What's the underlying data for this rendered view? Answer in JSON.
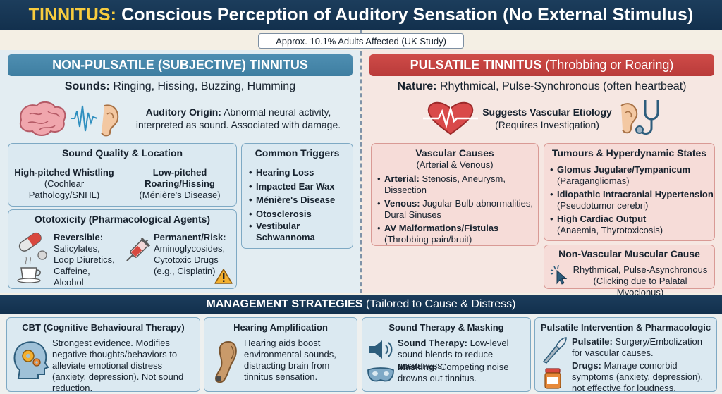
{
  "header": {
    "title_highlight": "TINNITUS:",
    "title_rest": "Conscious Perception of Auditory Sensation (No External Stimulus)"
  },
  "stat": "Approx. 10.1% Adults Affected (UK Study)",
  "non_pulsatile": {
    "banner": "NON-PULSATILE (SUBJECTIVE) TINNITUS",
    "sounds_label": "Sounds:",
    "sounds_value": "Ringing, Hissing, Buzzing, Humming",
    "origin_label": "Auditory Origin:",
    "origin_text": "Abnormal neural activity, interpreted as sound. Associated with damage.",
    "sound_quality": {
      "title": "Sound Quality & Location",
      "high_title": "High-pitched Whistling",
      "high_sub": "(Cochlear Pathology/SNHL)",
      "low_title": "Low-pitched Roaring/Hissing",
      "low_sub": "(Ménière's Disease)"
    },
    "ototoxicity": {
      "title": "Ototoxicity (Pharmacological Agents)",
      "reversible_label": "Reversible:",
      "reversible_items": "Salicylates, Loop Diuretics, Caffeine, Alcohol",
      "permanent_label": "Permanent/Risk:",
      "permanent_items": "Aminoglycosides, Cytotoxic Drugs (e.g., Cisplatin)"
    },
    "triggers": {
      "title": "Common Triggers",
      "items": [
        "Hearing Loss",
        "Impacted Ear Wax",
        "Ménière's Disease",
        "Otosclerosis",
        "Vestibular Schwannoma"
      ]
    }
  },
  "pulsatile": {
    "banner": "PULSATILE TINNITUS",
    "banner_sub": "(Throbbing or Roaring)",
    "nature_label": "Nature:",
    "nature_value": "Rhythmical, Pulse-Synchronous (often heartbeat)",
    "suggests_title": "Suggests Vascular Etiology",
    "suggests_sub": "(Requires Investigation)",
    "vascular": {
      "title": "Vascular Causes",
      "subtitle": "(Arterial & Venous)",
      "items": [
        {
          "label": "Arterial:",
          "text": "Stenosis, Aneurysm, Dissection"
        },
        {
          "label": "Venous:",
          "text": "Jugular Bulb abnormalities, Dural Sinuses"
        },
        {
          "label": "AV Malformations/Fistulas",
          "text": "(Throbbing pain/bruit)"
        }
      ]
    },
    "tumours": {
      "title": "Tumours & Hyperdynamic States",
      "items": [
        {
          "label": "Glomus Jugulare/Tympanicum",
          "text": "(Paragangliomas)"
        },
        {
          "label": "Idiopathic Intracranial Hypertension",
          "text": "(Pseudotumor cerebri)"
        },
        {
          "label": "High Cardiac Output",
          "text": "(Anaemia, Thyrotoxicosis)"
        }
      ]
    },
    "muscular": {
      "title": "Non-Vascular Muscular Cause",
      "line1": "Rhythmical, Pulse-Asynchronous",
      "line2": "(Clicking due to Palatal Myoclonus)"
    }
  },
  "management": {
    "title": "MANAGEMENT STRATEGIES",
    "subtitle": "(Tailored to Cause & Distress)",
    "cbt": {
      "title": "CBT (Cognitive Behavioural Therapy)",
      "text": "Strongest evidence. Modifies negative thoughts/behaviors to alleviate emotional distress (anxiety, depression). Not sound reduction."
    },
    "hearing": {
      "title": "Hearing Amplification",
      "text": "Hearing aids boost environmental sounds, distracting brain from tinnitus sensation."
    },
    "sound": {
      "title": "Sound Therapy & Masking",
      "therapy_label": "Sound Therapy:",
      "therapy_text": "Low-level sound blends to reduce awareness.",
      "masking_label": "Masking:",
      "masking_text": "Competing noise drowns out tinnitus."
    },
    "pulsatile": {
      "title": "Pulsatile Intervention & Pharmacologic",
      "p_label": "Pulsatile:",
      "p_text": "Surgery/Embolization for vascular causes.",
      "d_label": "Drugs:",
      "d_text": "Manage comorbid symptoms (anxiety, depression), not effective for loudness."
    }
  },
  "colors": {
    "navy": "#163552",
    "highlight_yellow": "#f8cc3e",
    "blue_banner": "#4686a9",
    "red_banner": "#c4423f"
  }
}
